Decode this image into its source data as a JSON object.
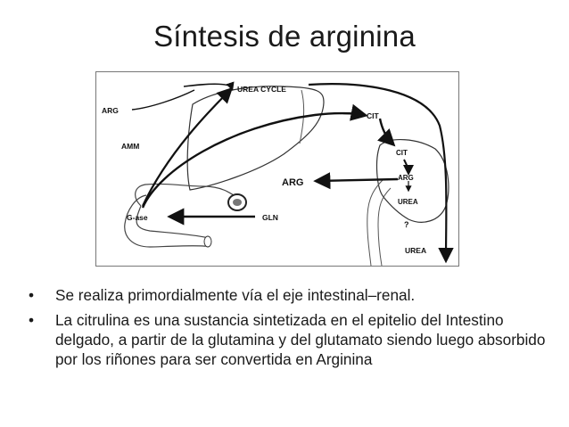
{
  "slide": {
    "title": "Síntesis de arginina"
  },
  "diagram": {
    "labels": {
      "urea_cycle": "UREA CYCLE",
      "arg_left": "ARG",
      "amm": "AMM",
      "cit_top": "CIT",
      "cit_kidney": "CIT",
      "arg_kidney": "ARG",
      "urea_kidney": "UREA",
      "question": "?",
      "arg_center": "ARG",
      "g_ase": "G-ase",
      "gln": "GLN",
      "urea_bottom": "UREA"
    }
  },
  "bullets": {
    "marker": "•",
    "items": [
      "Se realiza primordialmente vía el eje intestinal–renal.",
      "La citrulina es una sustancia sintetizada en el epitelio del Intestino delgado, a partir de la glutamina y del glutamato  siendo luego absorbido por los riñones para ser convertida en Arginina"
    ]
  }
}
